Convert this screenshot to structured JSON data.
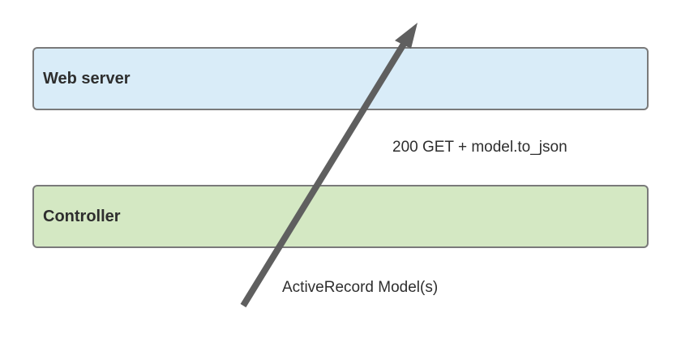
{
  "diagram": {
    "layers": {
      "web_server": {
        "label": "Web server",
        "fill": "#d9ecf8"
      },
      "controller": {
        "label": "Controller",
        "fill": "#d4e8c3"
      }
    },
    "annotations": {
      "response": "200 GET + model.to_json",
      "model": "ActiveRecord Model(s)"
    },
    "arrow_color": "#5f5f5f",
    "border_color": "#7a7a7a"
  }
}
